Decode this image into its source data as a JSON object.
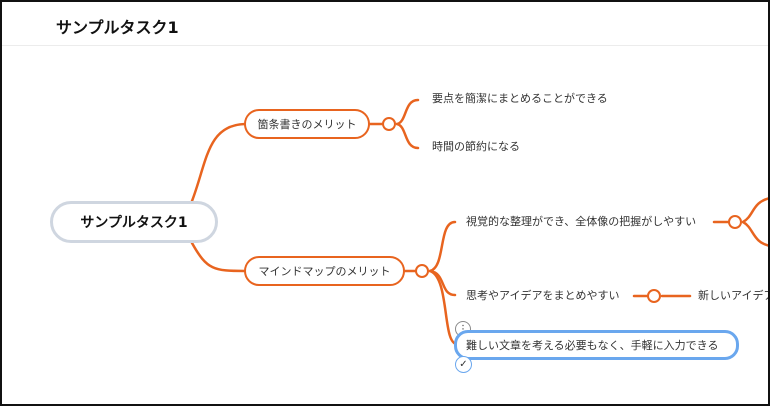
{
  "header": {
    "title": "サンプルタスク1"
  },
  "root": {
    "label": "サンプルタスク1"
  },
  "branches": [
    {
      "label": "箇条書きのメリット",
      "children": [
        "要点を簡潔にまとめることができる",
        "時間の節約になる"
      ]
    },
    {
      "label": "マインドマップのメリット",
      "children": [
        "視覚的な整理ができ、全体像の把握がしやすい",
        "思考やアイデアをまとめやすい"
      ],
      "editing": "難しい文章を考える必要もなく、手軽に入力できる"
    }
  ],
  "trailing": {
    "label": "新しいアイデア"
  },
  "icons": {
    "more": "more-vertical-icon",
    "confirm": "check-icon"
  },
  "colors": {
    "edge": "#e8641f",
    "root_border": "#cfd6e0",
    "edit_border": "#6aa7ee"
  }
}
